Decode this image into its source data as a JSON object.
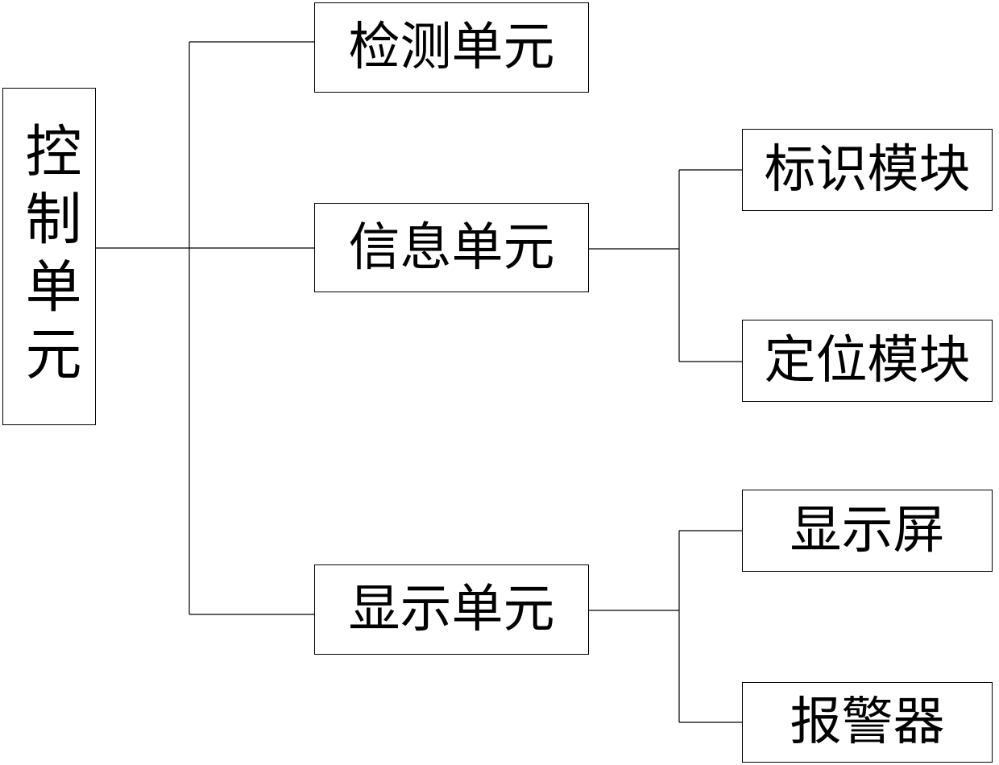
{
  "nodes": {
    "control": "控制单元",
    "detect": "检测单元",
    "info": "信息单元",
    "display": "显示单元",
    "identification": "标识模块",
    "positioning": "定位模块",
    "screen": "显示屏",
    "alarm": "报警器"
  },
  "edges": [
    [
      "control",
      "detect"
    ],
    [
      "control",
      "info"
    ],
    [
      "control",
      "display"
    ],
    [
      "info",
      "identification"
    ],
    [
      "info",
      "positioning"
    ],
    [
      "display",
      "screen"
    ],
    [
      "display",
      "alarm"
    ]
  ],
  "colors": {
    "line": "#000000",
    "border": "#000000",
    "background": "#ffffff"
  }
}
